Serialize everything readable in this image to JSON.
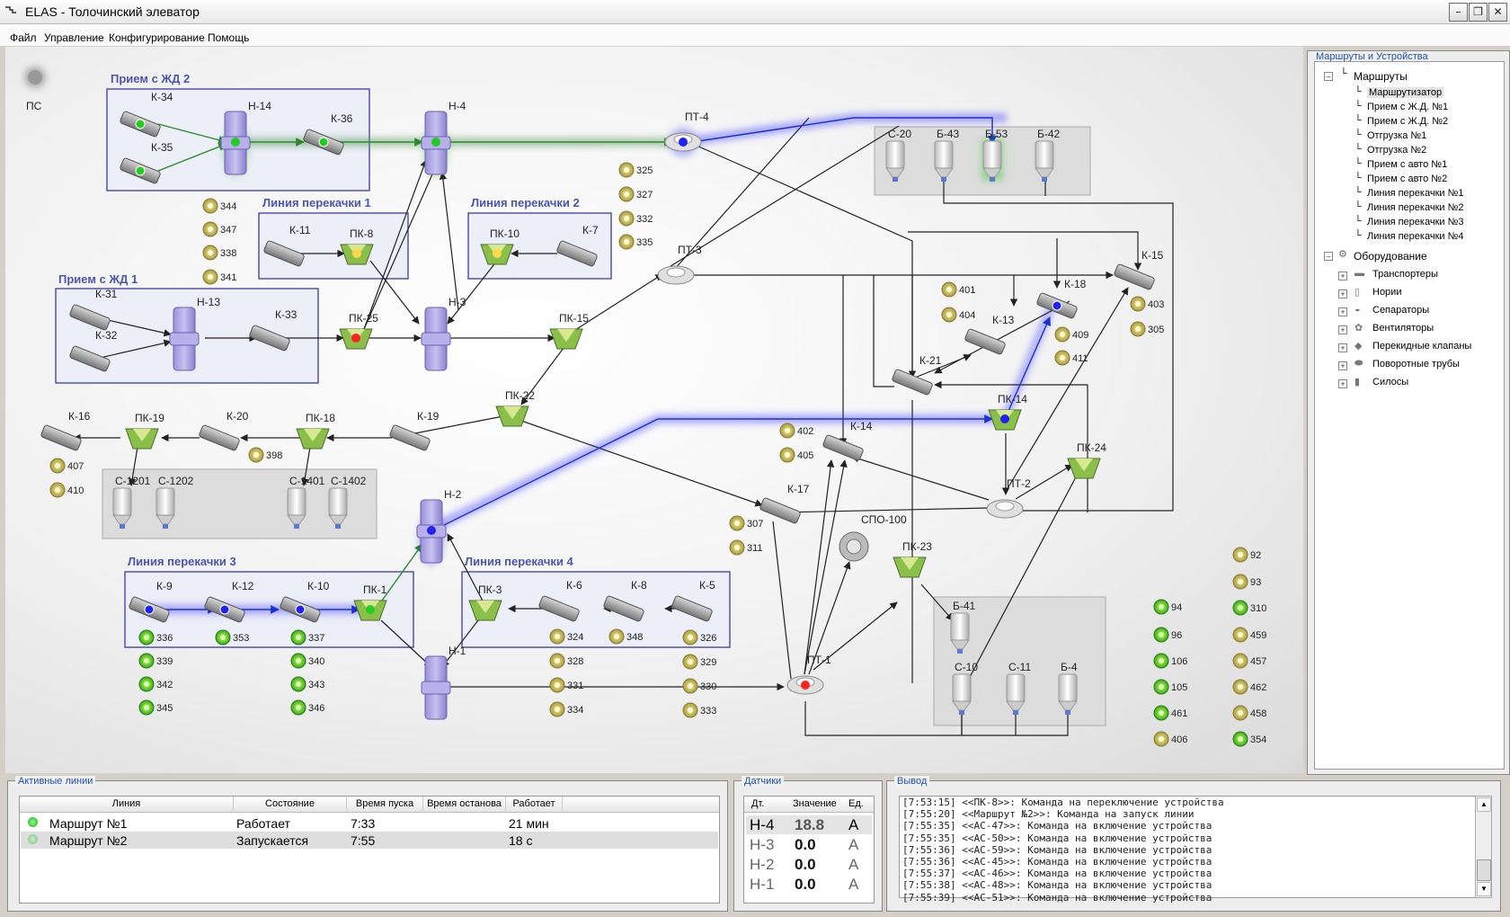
{
  "window": {
    "title": "ELAS - Толочинский элеватор"
  },
  "menu": [
    "Файл",
    "Управление",
    "Конфигурирование",
    "Помощь"
  ],
  "ps_label": "ПС",
  "colors": {
    "route_green": "#3a9a3a",
    "route_blue": "#2040e0",
    "group_title": "#4a56b0",
    "active": "#22cc22"
  },
  "groups": [
    {
      "name": "group-priem-zhd-2",
      "title": "Прием с ЖД 2"
    },
    {
      "name": "group-liniya-1",
      "title": "Линия перекачки 1"
    },
    {
      "name": "group-liniya-2",
      "title": "Линия перекачки 2"
    },
    {
      "name": "group-priem-zhd-1",
      "title": "Прием с ЖД 1"
    },
    {
      "name": "group-liniya-3",
      "title": "Линия перекачки 3"
    },
    {
      "name": "group-liniya-4",
      "title": "Линия перекачки 4"
    }
  ],
  "conveyors": [
    "К-34",
    "К-35",
    "К-36",
    "К-11",
    "К-7",
    "К-31",
    "К-32",
    "К-33",
    "К-16",
    "К-20",
    "К-19",
    "К-9",
    "К-12",
    "К-10",
    "К-6",
    "К-8",
    "К-5",
    "К-15",
    "К-18",
    "К-13",
    "К-21",
    "К-14",
    "К-17"
  ],
  "elevators": [
    "Н-14",
    "Н-4",
    "Н-13",
    "Н-3",
    "Н-2",
    "Н-1"
  ],
  "valves": [
    "ПК-8",
    "ПК-10",
    "ПК-25",
    "ПК-15",
    "ПК-22",
    "ПК-19",
    "ПК-18",
    "ПК-1",
    "ПК-3",
    "ПК-14",
    "ПК-24",
    "ПК-23"
  ],
  "turntubes": [
    "ПТ-4",
    "ПТ-3",
    "ПТ-2",
    "ПТ-1"
  ],
  "separator": "СПО-100",
  "silos": [
    "С-20",
    "Б-43",
    "Б-53",
    "Б-42",
    "С-1201",
    "С-1202",
    "С-1401",
    "С-1402",
    "Б-41",
    "С-10",
    "С-11",
    "Б-4"
  ],
  "fans": [
    "325",
    "327",
    "332",
    "335",
    "344",
    "347",
    "338",
    "341",
    "398",
    "407",
    "410",
    "336",
    "353",
    "337",
    "339",
    "340",
    "342",
    "343",
    "345",
    "346",
    "324",
    "348",
    "326",
    "328",
    "329",
    "331",
    "330",
    "334",
    "333",
    "401",
    "404",
    "403",
    "305",
    "409",
    "411",
    "402",
    "405",
    "307",
    "311",
    "94",
    "96",
    "106",
    "105",
    "461",
    "406",
    "92",
    "93",
    "310",
    "459",
    "457",
    "462",
    "458",
    "354"
  ],
  "tree": {
    "title": "Маршруты и Устройства",
    "routes_label": "Маршруты",
    "routes": [
      "Маршрутизатор",
      "Прием с Ж.Д. №1",
      "Прием с Ж.Д. №2",
      "Отгрузка №1",
      "Отгрузка №2",
      "Прием с авто №1",
      "Прием с авто №2",
      "Линия перекачки №1",
      "Линия перекачки №2",
      "Линия перекачки №3",
      "Линия перекачки №4"
    ],
    "equipment_label": "Оборудование",
    "equipment": [
      "Транспортеры",
      "Нории",
      "Сепараторы",
      "Вентиляторы",
      "Перекидные клапаны",
      "Поворотные трубы",
      "Силосы"
    ]
  },
  "active_lines": {
    "title": "Активные линии",
    "columns": [
      "Линия",
      "Состояние",
      "Время пуска",
      "Время останова",
      "Работает"
    ],
    "rows": [
      {
        "name": "Маршрут №1",
        "state": "Работает",
        "start": "7:33",
        "stop": "",
        "running": "21 мин"
      },
      {
        "name": "Маршрут №2",
        "state": "Запускается",
        "start": "7:55",
        "stop": "",
        "running": "18 с"
      }
    ]
  },
  "sensors": {
    "title": "Датчики",
    "columns": [
      "Дт.",
      "Значение",
      "Ед."
    ],
    "rows": [
      {
        "id": "Н-4",
        "value": "18.8",
        "unit": "А"
      },
      {
        "id": "Н-3",
        "value": "0.0",
        "unit": "А"
      },
      {
        "id": "Н-2",
        "value": "0.0",
        "unit": "А"
      },
      {
        "id": "Н-1",
        "value": "0.0",
        "unit": "А"
      }
    ]
  },
  "output": {
    "title": "Вывод",
    "lines": [
      "[7:53:15] <<ПК-8>>: Команда на переключение устройства",
      "[7:55:20] <<Маршрут №2>>: Команда на запуск линии",
      "[7:55:35] <<АС-47>>: Команда на включение устройства",
      "[7:55:35] <<АС-50>>: Команда на включение устройства",
      "[7:55:36] <<АС-59>>: Команда на включение устройства",
      "[7:55:36] <<АС-45>>: Команда на включение устройства",
      "[7:55:37] <<АС-46>>: Команда на включение устройства",
      "[7:55:38] <<АС-48>>: Команда на включение устройства",
      "[7:55:39] <<АС-51>>: Команда на включение устройства"
    ]
  }
}
